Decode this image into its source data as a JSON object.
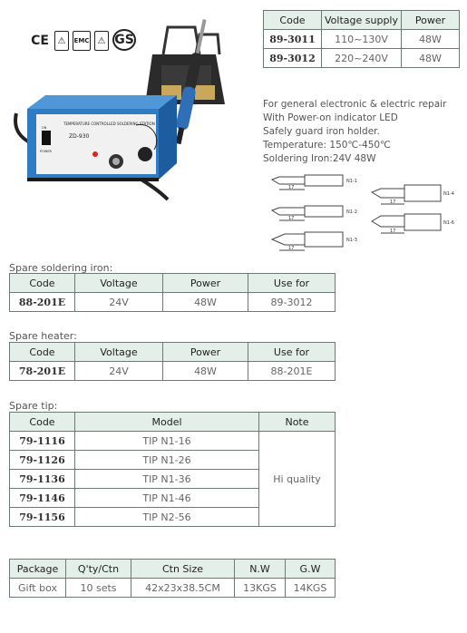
{
  "certs": [
    "CE",
    "⚠",
    "EMC",
    "⚠",
    "GS"
  ],
  "models": {
    "headers": [
      "Code",
      "Voltage supply",
      "Power"
    ],
    "rows": [
      {
        "code": "89-3011",
        "voltage": "110~130V",
        "power": "48W"
      },
      {
        "code": "89-3012",
        "voltage": "220~240V",
        "power": "48W"
      }
    ]
  },
  "description": [
    "For general electronic & electric repair",
    "With Power-on indicator LED",
    "Safely guard iron holder.",
    "Temperature: 150℃-450℃",
    "Soldering Iron:24V 48W"
  ],
  "tip_labels": [
    "N1-1",
    "N1-2",
    "N1-3",
    "N1-4",
    "N1-6"
  ],
  "tip_dims": [
    "17",
    "17",
    "17",
    "17",
    "17"
  ],
  "device_labels": {
    "panel_title": "TEMPERATURE CONTROLLED\nSOLDERING STATION",
    "model": "ZD-930",
    "power": "POWER",
    "on": "ON"
  },
  "spare_iron": {
    "label": "Spare soldering iron:",
    "headers": [
      "Code",
      "Voltage",
      "Power",
      "Use for"
    ],
    "row": {
      "code": "88-201E",
      "voltage": "24V",
      "power": "48W",
      "use_for": "89-3012"
    }
  },
  "spare_heater": {
    "label": "Spare heater:",
    "headers": [
      "Code",
      "Voltage",
      "Power",
      "Use for"
    ],
    "row": {
      "code": "78-201E",
      "voltage": "24V",
      "power": "48W",
      "use_for": "88-201E"
    }
  },
  "spare_tip": {
    "label": "Spare tip:",
    "headers": [
      "Code",
      "Model",
      "Note"
    ],
    "rows": [
      {
        "code": "79-1116",
        "model": "TIP N1-16"
      },
      {
        "code": "79-1126",
        "model": "TIP N1-26"
      },
      {
        "code": "79-1136",
        "model": "TIP N1-36"
      },
      {
        "code": "79-1146",
        "model": "TIP N1-46"
      },
      {
        "code": "79-1156",
        "model": "TIP N2-56"
      }
    ],
    "note": "Hi quality"
  },
  "packaging": {
    "headers": [
      "Package",
      "Q'ty/Ctn",
      "Ctn Size",
      "N.W",
      "G.W"
    ],
    "row": {
      "package": "Gift box",
      "qty": "10 sets",
      "ctn_size": "42x23x38.5CM",
      "nw": "13KGS",
      "gw": "14KGS"
    }
  }
}
